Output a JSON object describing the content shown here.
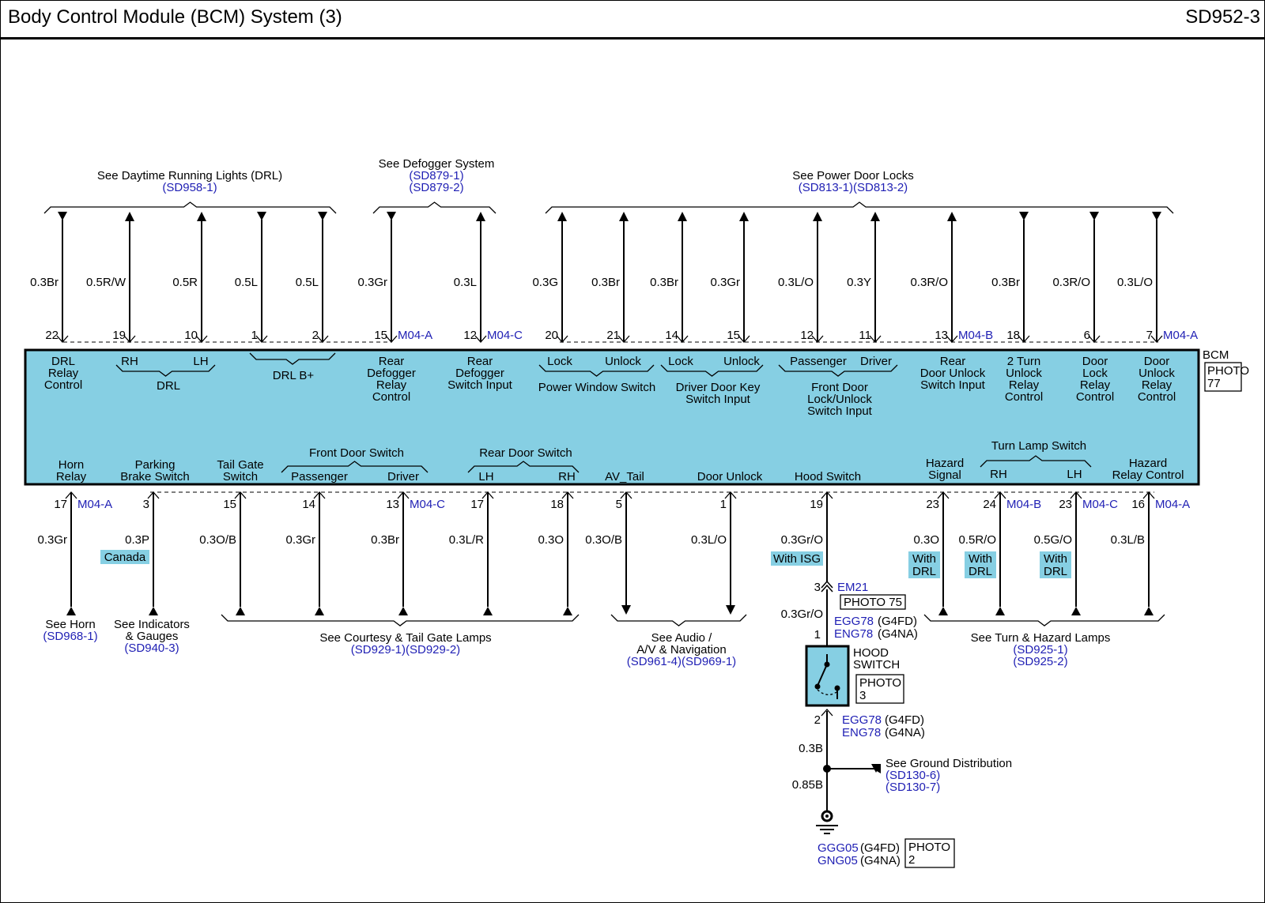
{
  "page": {
    "title": "Body Control Module (BCM) System (3)",
    "code": "SD952-3"
  },
  "colors": {
    "module_fill": "#86cfe3",
    "link": "#1f1fb4",
    "wire": "#000000",
    "highlight": "#86cfe3"
  },
  "bcm": {
    "label": "BCM",
    "photo": [
      "PHOTO",
      "77"
    ]
  },
  "top_groups": [
    {
      "lines": [
        "See Daytime Running Lights (DRL)",
        "(SD958-1)"
      ]
    },
    {
      "lines": [
        "See Defogger System",
        "(SD879-1)",
        "(SD879-2)"
      ]
    },
    {
      "lines": [
        "See Power Door Locks",
        "(SD813-1)(SD813-2)"
      ]
    }
  ],
  "top_pins": [
    {
      "pin": "22",
      "wire": "0.3Br",
      "dir": "in"
    },
    {
      "pin": "19",
      "wire": "0.5R/W",
      "dir": "out"
    },
    {
      "pin": "10",
      "wire": "0.5R",
      "dir": "out"
    },
    {
      "pin": "1",
      "wire": "0.5L",
      "dir": "in"
    },
    {
      "pin": "2",
      "wire": "0.5L",
      "dir": "in"
    },
    {
      "pin": "15",
      "wire": "0.3Gr",
      "dir": "in",
      "conn": "M04-A"
    },
    {
      "pin": "12",
      "wire": "0.3L",
      "dir": "out",
      "conn": "M04-C"
    },
    {
      "pin": "20",
      "wire": "0.3G",
      "dir": "out"
    },
    {
      "pin": "21",
      "wire": "0.3Br",
      "dir": "out"
    },
    {
      "pin": "14",
      "wire": "0.3Br",
      "dir": "out"
    },
    {
      "pin": "15",
      "wire": "0.3Gr",
      "dir": "out"
    },
    {
      "pin": "12",
      "wire": "0.3L/O",
      "dir": "out"
    },
    {
      "pin": "11",
      "wire": "0.3Y",
      "dir": "out"
    },
    {
      "pin": "13",
      "wire": "0.3R/O",
      "dir": "out",
      "conn": "M04-B"
    },
    {
      "pin": "18",
      "wire": "0.3Br",
      "dir": "in"
    },
    {
      "pin": "6",
      "wire": "0.3R/O",
      "dir": "in"
    },
    {
      "pin": "7",
      "wire": "0.3L/O",
      "dir": "in",
      "conn": "M04-A"
    }
  ],
  "top_labels": [
    {
      "lines": [
        "DRL",
        "Relay",
        "Control"
      ]
    },
    {
      "lines": [
        "RH"
      ]
    },
    {
      "lines": [
        "LH"
      ]
    },
    {
      "lines": [
        "DRL"
      ]
    },
    {
      "lines": [
        "DRL B+"
      ]
    },
    {
      "lines": [
        "Rear",
        "Defogger",
        "Relay",
        "Control"
      ]
    },
    {
      "lines": [
        "Rear",
        "Defogger",
        "Switch Input"
      ]
    },
    {
      "lines": [
        "Lock"
      ]
    },
    {
      "lines": [
        "Unlock"
      ]
    },
    {
      "lines": [
        "Power Window Switch"
      ]
    },
    {
      "lines": [
        "Lock"
      ]
    },
    {
      "lines": [
        "Unlock"
      ]
    },
    {
      "lines": [
        "Driver Door Key",
        "Switch Input"
      ]
    },
    {
      "lines": [
        "Passenger"
      ]
    },
    {
      "lines": [
        "Driver"
      ]
    },
    {
      "lines": [
        "Front Door",
        "Lock/Unlock",
        "Switch Input"
      ]
    },
    {
      "lines": [
        "Rear",
        "Door Unlock",
        "Switch Input"
      ]
    },
    {
      "lines": [
        "2 Turn",
        "Unlock",
        "Relay",
        "Control"
      ]
    },
    {
      "lines": [
        "Door",
        "Lock",
        "Relay",
        "Control"
      ]
    },
    {
      "lines": [
        "Door",
        "Unlock",
        "Relay",
        "Control"
      ]
    }
  ],
  "bottom_labels": [
    {
      "lines": [
        "Horn",
        "Relay"
      ]
    },
    {
      "lines": [
        "Parking",
        "Brake Switch"
      ]
    },
    {
      "lines": [
        "Tail Gate",
        "Switch"
      ]
    },
    {
      "lines": [
        "Front Door Switch"
      ]
    },
    {
      "lines": [
        "Passenger"
      ]
    },
    {
      "lines": [
        "Driver"
      ]
    },
    {
      "lines": [
        "Rear Door Switch"
      ]
    },
    {
      "lines": [
        "LH"
      ]
    },
    {
      "lines": [
        "RH"
      ]
    },
    {
      "lines": [
        "AV_Tail"
      ]
    },
    {
      "lines": [
        "Door Unlock"
      ]
    },
    {
      "lines": [
        "Hood Switch"
      ]
    },
    {
      "lines": [
        "Hazard",
        "Signal"
      ]
    },
    {
      "lines": [
        "Turn Lamp Switch"
      ]
    },
    {
      "lines": [
        "RH"
      ]
    },
    {
      "lines": [
        "LH"
      ]
    },
    {
      "lines": [
        "Hazard",
        "Relay Control"
      ]
    }
  ],
  "bottom_pins": [
    {
      "pin": "17",
      "wire": "0.3Gr",
      "conn": "M04-A"
    },
    {
      "pin": "3",
      "wire": "0.3P"
    },
    {
      "pin": "15",
      "wire": "0.3O/B"
    },
    {
      "pin": "14",
      "wire": "0.3Gr"
    },
    {
      "pin": "13",
      "wire": "0.3Br",
      "conn": "M04-C"
    },
    {
      "pin": "17",
      "wire": "0.3L/R"
    },
    {
      "pin": "18",
      "wire": "0.3O"
    },
    {
      "pin": "5",
      "wire": "0.3O/B"
    },
    {
      "pin": "1",
      "wire": "0.3L/O"
    },
    {
      "pin": "19",
      "wire": "0.3Gr/O"
    },
    {
      "pin": "23",
      "wire": "0.3O"
    },
    {
      "pin": "24",
      "wire": "0.5R/O",
      "conn": "M04-B"
    },
    {
      "pin": "23",
      "wire": "0.5G/O",
      "conn": "M04-C"
    },
    {
      "pin": "16",
      "wire": "0.3L/B",
      "conn": "M04-A"
    }
  ],
  "options": {
    "canada": "Canada",
    "with_isg": "With ISG",
    "with_drl_1": [
      "With",
      "DRL"
    ],
    "with_drl_2": [
      "With",
      "DRL"
    ],
    "with_drl_3": [
      "With",
      "DRL"
    ]
  },
  "bottom_refs": [
    {
      "lines": [
        "See Horn",
        "(SD968-1)"
      ]
    },
    {
      "lines": [
        "See Indicators",
        "& Gauges",
        "(SD940-3)"
      ]
    },
    {
      "lines": [
        "See Courtesy & Tail Gate Lamps",
        "(SD929-1)(SD929-2)"
      ]
    },
    {
      "lines": [
        "See Audio /",
        "A/V & Navigation",
        "(SD961-4)(SD969-1)"
      ]
    },
    {
      "lines": [
        "See Turn & Hazard Lamps",
        "(SD925-1)",
        "(SD925-2)"
      ]
    }
  ],
  "hood": {
    "em21_pin": "3",
    "em21_conn": "EM21",
    "photo75": "PHOTO 75",
    "wire_mid": "0.3Gr/O",
    "pin1": "1",
    "egg78_a": "EGG78",
    "g4fd_a": "(G4FD)",
    "eng78_a": "ENG78",
    "g4na_a": "(G4NA)",
    "switch_label": [
      "HOOD",
      "SWITCH"
    ],
    "photo3": [
      "PHOTO",
      "3"
    ],
    "pin2": "2",
    "egg78_b": "EGG78",
    "g4fd_b": "(G4FD)",
    "eng78_b": "ENG78",
    "g4na_b": "(G4NA)",
    "wire_03b": "0.3B",
    "wire_085b": "0.85B",
    "ground_ref": [
      "See Ground Distribution",
      "(SD130-6)",
      "(SD130-7)"
    ],
    "ggg05": "GGG05",
    "g4fd_c": "(G4FD)",
    "gng05": "GNG05",
    "g4na_c": "(G4NA)",
    "photo2": [
      "PHOTO",
      "2"
    ]
  }
}
